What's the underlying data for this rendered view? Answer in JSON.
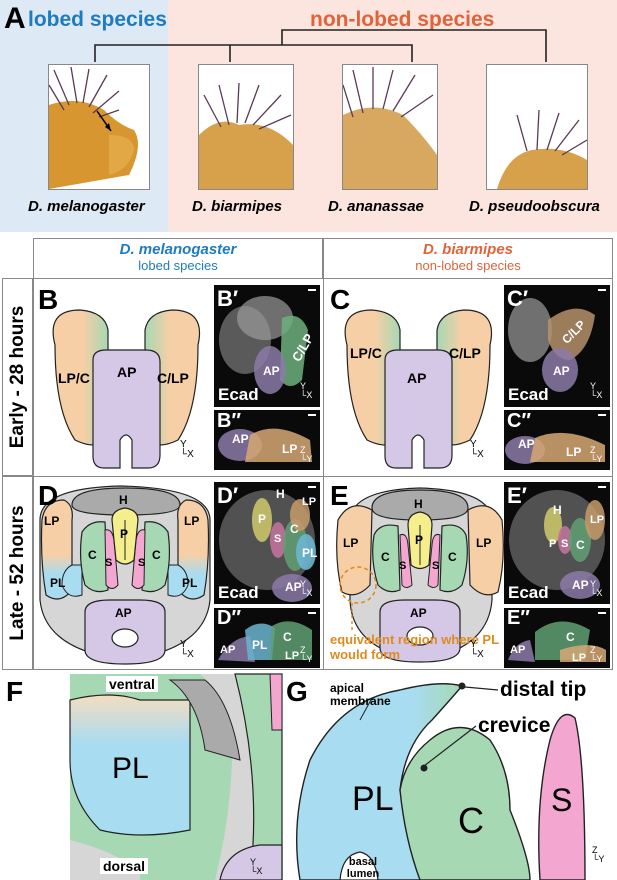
{
  "panelA": {
    "letter": "A",
    "lobed_label": "lobed species",
    "nonlobed_label": "non-lobed species",
    "species": [
      "D. melanogaster",
      "D. biarmipes",
      "D. ananassae",
      "D. pseudoobscura"
    ]
  },
  "grid": {
    "col1_title": "D. melanogaster",
    "col1_sub": "lobed species",
    "col2_title": "D. biarmipes",
    "col2_sub": "non-lobed species",
    "row1": "Early - 28 hours",
    "row2": "Late - 52 hours"
  },
  "panelB": {
    "letter": "B",
    "lp_c": "LP/C",
    "c_lp": "C/LP",
    "ap": "AP"
  },
  "panelB1": {
    "letter": "B′",
    "stain": "Ecad",
    "c_lp": "C/LP",
    "ap": "AP"
  },
  "panelB2": {
    "letter": "B′′",
    "ap": "AP",
    "lp": "LP"
  },
  "panelC": {
    "letter": "C",
    "lp_c": "LP/C",
    "c_lp": "C/LP",
    "ap": "AP"
  },
  "panelC1": {
    "letter": "C′",
    "stain": "Ecad",
    "c_lp": "C/LP",
    "ap": "AP"
  },
  "panelC2": {
    "letter": "C′′",
    "ap": "AP",
    "lp": "LP"
  },
  "panelD": {
    "letter": "D",
    "h": "H",
    "lp_l": "LP",
    "lp_r": "LP",
    "c_l": "C",
    "c_r": "C",
    "p": "P",
    "s_l": "S",
    "s_r": "S",
    "pl_l": "PL",
    "pl_r": "PL",
    "ap": "AP"
  },
  "panelD1": {
    "letter": "D′",
    "stain": "Ecad",
    "h": "H",
    "p": "P",
    "s": "S",
    "c": "C",
    "lp": "LP",
    "pl": "PL",
    "ap": "AP"
  },
  "panelD2": {
    "letter": "D′′",
    "ap": "AP",
    "pl": "PL",
    "c": "C",
    "lp": "LP"
  },
  "panelE": {
    "letter": "E",
    "h": "H",
    "lp_l": "LP",
    "lp_r": "LP",
    "c_l": "C",
    "c_r": "C",
    "p": "P",
    "s_l": "S",
    "s_r": "S",
    "ap": "AP",
    "note": "equivalent region where PL would form"
  },
  "panelE1": {
    "letter": "E′",
    "stain": "Ecad",
    "h": "H",
    "p": "P",
    "s": "S",
    "c": "C",
    "lp": "LP",
    "ap": "AP"
  },
  "panelE2": {
    "letter": "E′′",
    "ap": "AP",
    "c": "C",
    "lp": "LP"
  },
  "panelF": {
    "letter": "F",
    "ventral": "ventral",
    "dorsal": "dorsal",
    "pl": "PL"
  },
  "panelG": {
    "letter": "G",
    "apical": "apical membrane",
    "distal": "distal tip",
    "crevice": "crevice",
    "pl": "PL",
    "c": "C",
    "s": "S",
    "basal": "basal lumen"
  },
  "axes": {
    "y": "Y",
    "x": "X",
    "z": "Z"
  },
  "colors": {
    "lobed_bg": "#dde9f5",
    "nonlobed_bg": "#fbe5de",
    "lobed_text": "#1f7bbf",
    "nonlobed_text": "#e0633a",
    "orange": "#f6cfa6",
    "green": "#a6d8b3",
    "lavender": "#d4c8e6",
    "blue": "#a8dcf0",
    "pink": "#f2a6d0",
    "yellow": "#f5ee8c",
    "gray": "#d6d6d6",
    "dgray": "#aaaaaa"
  }
}
